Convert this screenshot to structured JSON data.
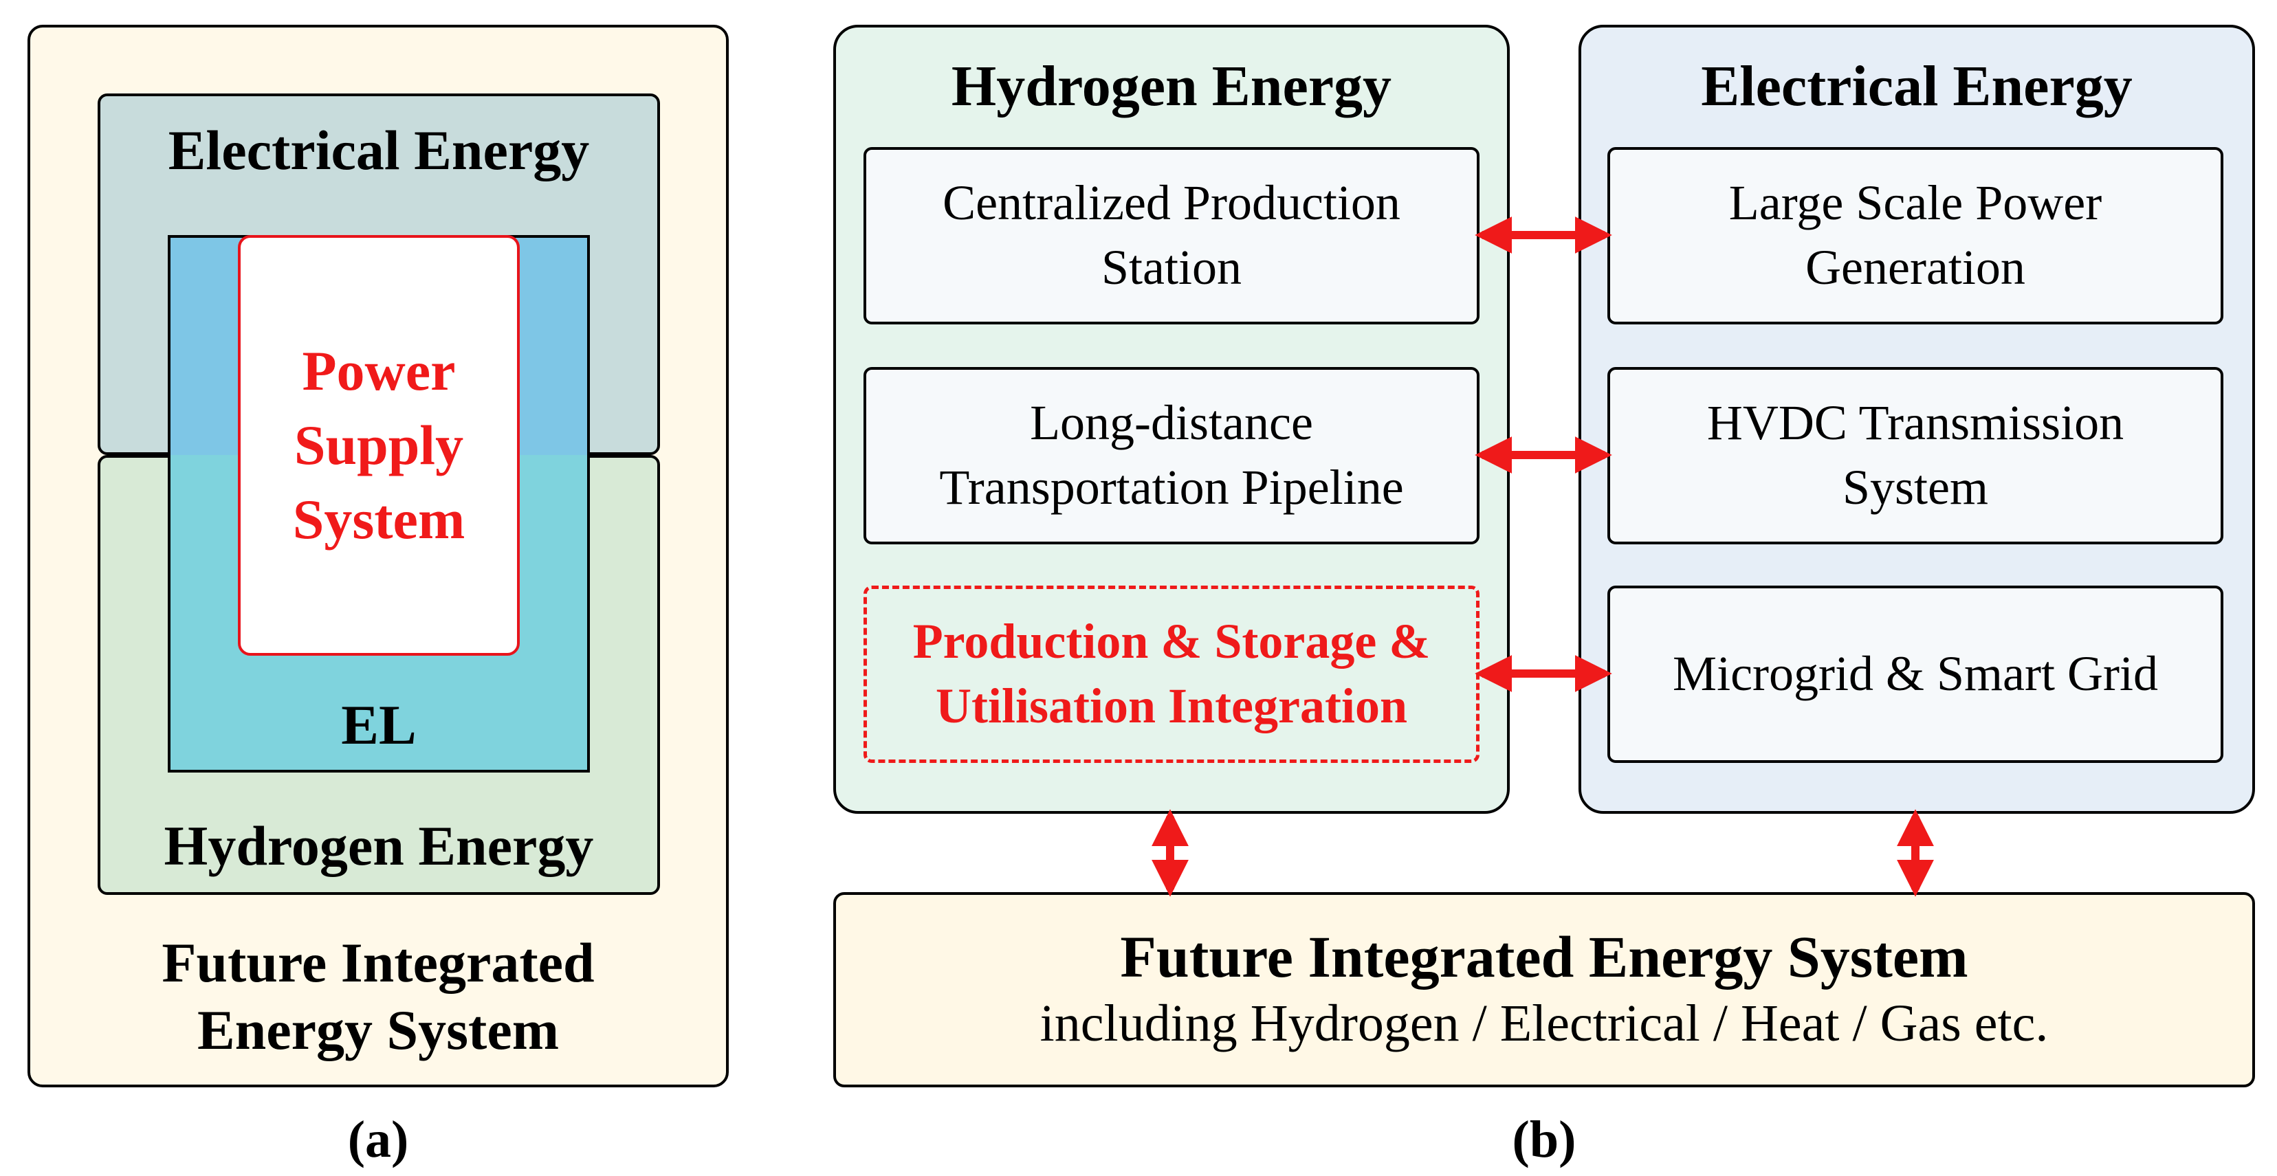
{
  "panel_a": {
    "electrical_label": "Electrical Energy",
    "power_supply_lines": [
      "Power",
      "Supply",
      "System"
    ],
    "el_label": "EL",
    "hydrogen_label": "Hydrogen Energy",
    "future_lines": [
      "Future Integrated",
      "Energy System"
    ],
    "caption": "(a)"
  },
  "panel_b": {
    "hydrogen": {
      "title": "Hydrogen Energy",
      "boxes": [
        {
          "lines": [
            "Centralized Production",
            "Station"
          ]
        },
        {
          "lines": [
            "Long-distance",
            "Transportation Pipeline"
          ]
        },
        {
          "lines": [
            "Production & Storage &",
            "Utilisation Integration"
          ]
        }
      ]
    },
    "electrical": {
      "title": "Electrical Energy",
      "boxes": [
        {
          "lines": [
            "Large Scale Power",
            "Generation"
          ]
        },
        {
          "lines": [
            "HVDC Transmission",
            "System"
          ]
        },
        {
          "lines": [
            "Microgrid & Smart Grid"
          ]
        }
      ]
    },
    "future": {
      "title": "Future Integrated Energy System",
      "subtitle": "including Hydrogen / Electrical / Heat / Gas etc."
    },
    "caption": "(b)"
  },
  "colors": {
    "accent_red": "#ef1a1a",
    "panel_a_bg": "#fff9e9",
    "electrical_bg": "#c8dcdc",
    "hydrogen_bg": "#d8ead6",
    "el_top": "#7ec6e6",
    "el_bottom": "#7fd3dd",
    "b_hydrogen_bg": "#e5f4ec",
    "b_electrical_bg": "#e6eef7",
    "future_bg": "#fff8e6"
  }
}
